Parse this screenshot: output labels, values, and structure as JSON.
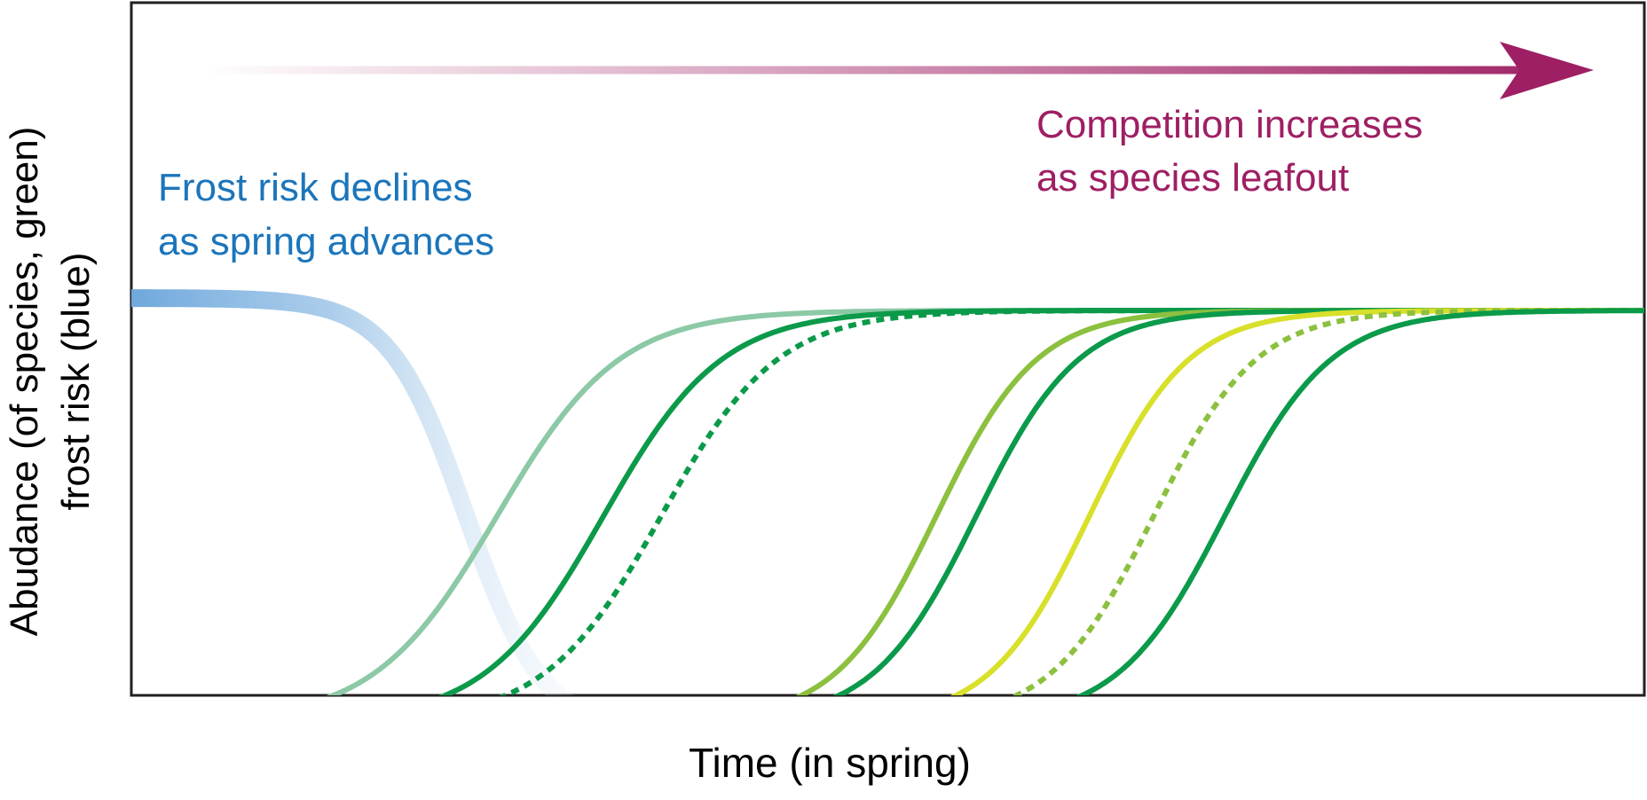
{
  "figure": {
    "y_axis_label_line1": "Abudance (of species, green)",
    "y_axis_label_line2": "frost risk (blue)",
    "x_axis_label": "Time (in spring)"
  },
  "frost_annotation": {
    "line1": "Frost risk declines",
    "line2": "as spring advances",
    "color": "#1b75bb"
  },
  "competition_annotation": {
    "line1": "Competition increases",
    "line2": "as species leafout",
    "color": "#9e1f63"
  },
  "curves": {
    "frost_risk": {
      "color": "#6fa8dc",
      "style": "fading-thick"
    },
    "species": [
      {
        "color": "#8cc9a6",
        "style": "solid"
      },
      {
        "color": "#0b9a4a",
        "style": "solid"
      },
      {
        "color": "#0b9a4a",
        "style": "dotted"
      },
      {
        "color": "#8cc03f",
        "style": "solid"
      },
      {
        "color": "#0b9a4a",
        "style": "solid"
      },
      {
        "color": "#d8e02a",
        "style": "solid"
      },
      {
        "color": "#8cc03f",
        "style": "dotted"
      },
      {
        "color": "#0b9a4a",
        "style": "solid"
      }
    ]
  }
}
